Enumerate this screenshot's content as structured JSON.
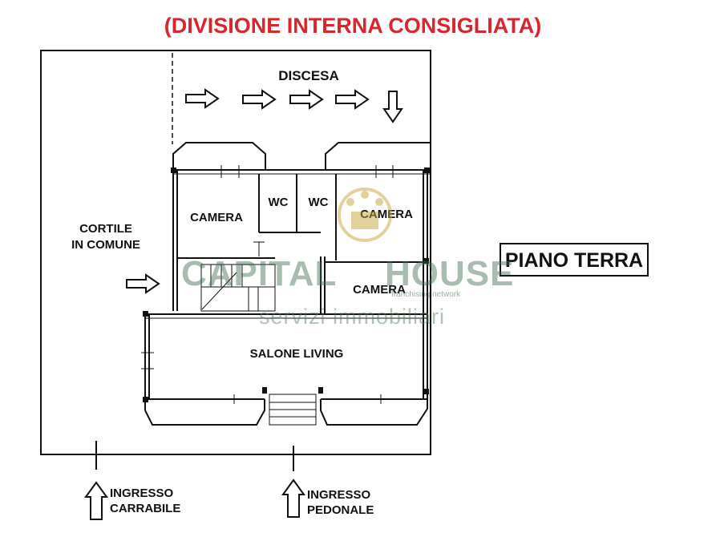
{
  "title": "(DIVISIONE INTERNA CONSIGLIATA)",
  "floor_label": "PIANO TERRA",
  "areas": {
    "discesa": "DISCESA",
    "cortile_line1": "CORTILE",
    "cortile_line2": "IN COMUNE",
    "camera_left": "CAMERA",
    "wc_1": "WC",
    "wc_2": "WC",
    "camera_right": "CAMERA",
    "camera_middle": "CAMERA",
    "salone": "SALONE LIVING"
  },
  "entrances": {
    "carrabile_line1": "INGRESSO",
    "carrabile_line2": "CARRABILE",
    "pedonale_line1": "INGRESSO",
    "pedonale_line2": "PEDONALE"
  },
  "watermark": {
    "brand_a": "CAPITAL",
    "brand_b": "HOUSE",
    "network": "franchising network",
    "tagline": "servizi immobiliari"
  },
  "colors": {
    "title": "#d8262c",
    "watermark_green": "#3f6b50",
    "watermark_gold": "#c9a43a"
  }
}
